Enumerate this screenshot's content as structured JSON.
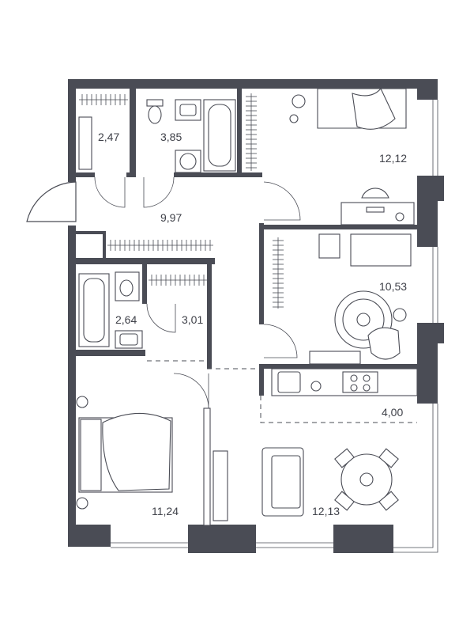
{
  "plan": {
    "rooms": [
      {
        "id": "storage-top",
        "area": "2,47"
      },
      {
        "id": "bathroom-top",
        "area": "3,85"
      },
      {
        "id": "bedroom-top-right",
        "area": "12,12"
      },
      {
        "id": "hallway",
        "area": "9,97"
      },
      {
        "id": "bedroom-right",
        "area": "10,53"
      },
      {
        "id": "bathroom-left",
        "area": "2,64"
      },
      {
        "id": "wardrobe",
        "area": "3,01"
      },
      {
        "id": "kitchen",
        "area": "4,00"
      },
      {
        "id": "bedroom-bottom-left",
        "area": "11,24"
      },
      {
        "id": "living-room",
        "area": "12,13"
      }
    ]
  },
  "colors": {
    "wall": "#4a4c55",
    "text": "#3f4149",
    "background": "#ffffff"
  }
}
